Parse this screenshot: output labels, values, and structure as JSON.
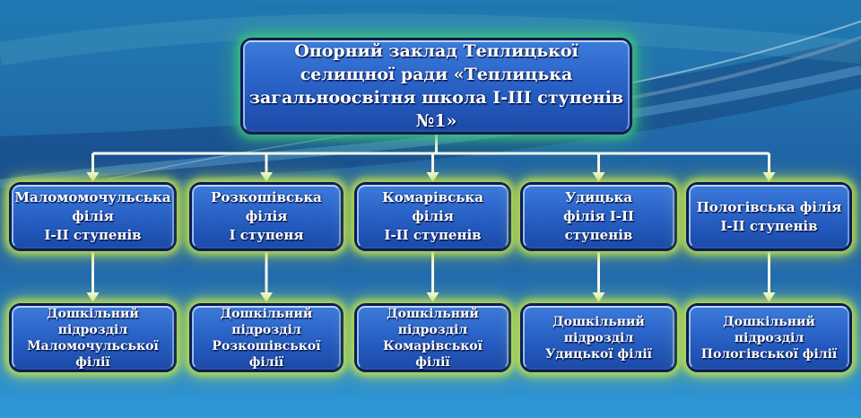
{
  "slide": {
    "title_node": "Опорний заклад Теплицької\nселищної ради «Теплицька\nзагальноосвітня школа I-III ступенів\n№1»",
    "branches": [
      "Маломомочульська\nфілія\nI-II ступенів",
      "Розкошівська\nфілія\nI ступеня",
      "Комарівська філія\nI-II ступенів",
      "Удицька\nфілія I-II ступенів",
      "Пологівська філія\nI-II ступенів"
    ],
    "preschool_units": [
      "Дошкільний\nпідрозділ\nМаломочульської\nфілії",
      "Дошкільний\nпідрозділ\nРозкошівської\nфілії",
      "Дошкільний\nпідрозділ\nКомарівської\nфілії",
      "Дошкільний\nпідрозділ\nУдицької філії",
      "Дошкільний\nпідрозділ\nПологівської філії"
    ],
    "colors": {
      "node_fill": "#2a63c4",
      "node_border": "#0b1c55",
      "node_bevel": "#9db9e6",
      "title_glow": "#3ec478",
      "branch_glow": "#bfe14e",
      "arrow": "#fcfcf0",
      "background_top": "#1f79b2",
      "background_bottom": "#2f98d6",
      "text": "#ffffff"
    }
  }
}
